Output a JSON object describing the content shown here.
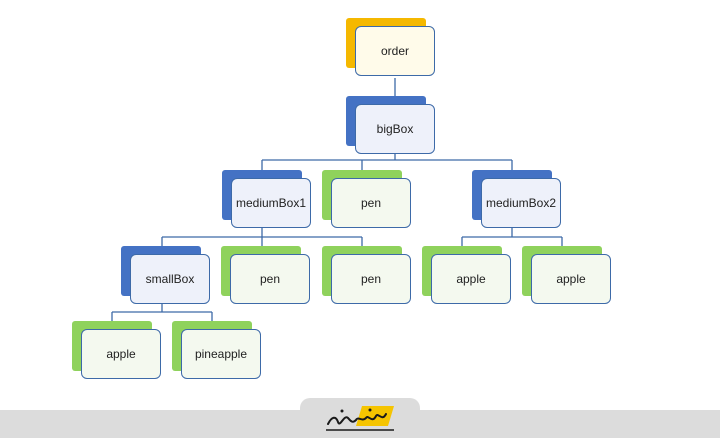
{
  "diagram": {
    "nodes": {
      "order": {
        "label": "order",
        "color": "yellow"
      },
      "bigBox": {
        "label": "bigBox",
        "color": "blue"
      },
      "mediumBox1": {
        "label": "mediumBox1",
        "color": "blue"
      },
      "pen_top": {
        "label": "pen",
        "color": "green"
      },
      "mediumBox2": {
        "label": "mediumBox2",
        "color": "blue"
      },
      "smallBox": {
        "label": "smallBox",
        "color": "blue"
      },
      "pen_mid1": {
        "label": "pen",
        "color": "green"
      },
      "pen_mid2": {
        "label": "pen",
        "color": "green"
      },
      "apple_right1": {
        "label": "apple",
        "color": "green"
      },
      "apple_right2": {
        "label": "apple",
        "color": "green"
      },
      "apple_bottom": {
        "label": "apple",
        "color": "green"
      },
      "pineapple": {
        "label": "pineapple",
        "color": "green"
      }
    },
    "edges": [
      [
        "order",
        "bigBox"
      ],
      [
        "bigBox",
        "mediumBox1"
      ],
      [
        "bigBox",
        "pen_top"
      ],
      [
        "bigBox",
        "mediumBox2"
      ],
      [
        "mediumBox1",
        "smallBox"
      ],
      [
        "mediumBox1",
        "pen_mid1"
      ],
      [
        "mediumBox1",
        "pen_mid2"
      ],
      [
        "mediumBox2",
        "apple_right1"
      ],
      [
        "mediumBox2",
        "apple_right2"
      ],
      [
        "smallBox",
        "apple_bottom"
      ],
      [
        "smallBox",
        "pineapple"
      ]
    ]
  },
  "colors": {
    "yellow_accent": "#f5b800",
    "blue_accent": "#4472c4",
    "green_accent": "#8fd25c",
    "box_border": "#3d6aa8",
    "connector": "#3d6aa8"
  },
  "footer": {
    "logo": "brand-logo-icon"
  }
}
